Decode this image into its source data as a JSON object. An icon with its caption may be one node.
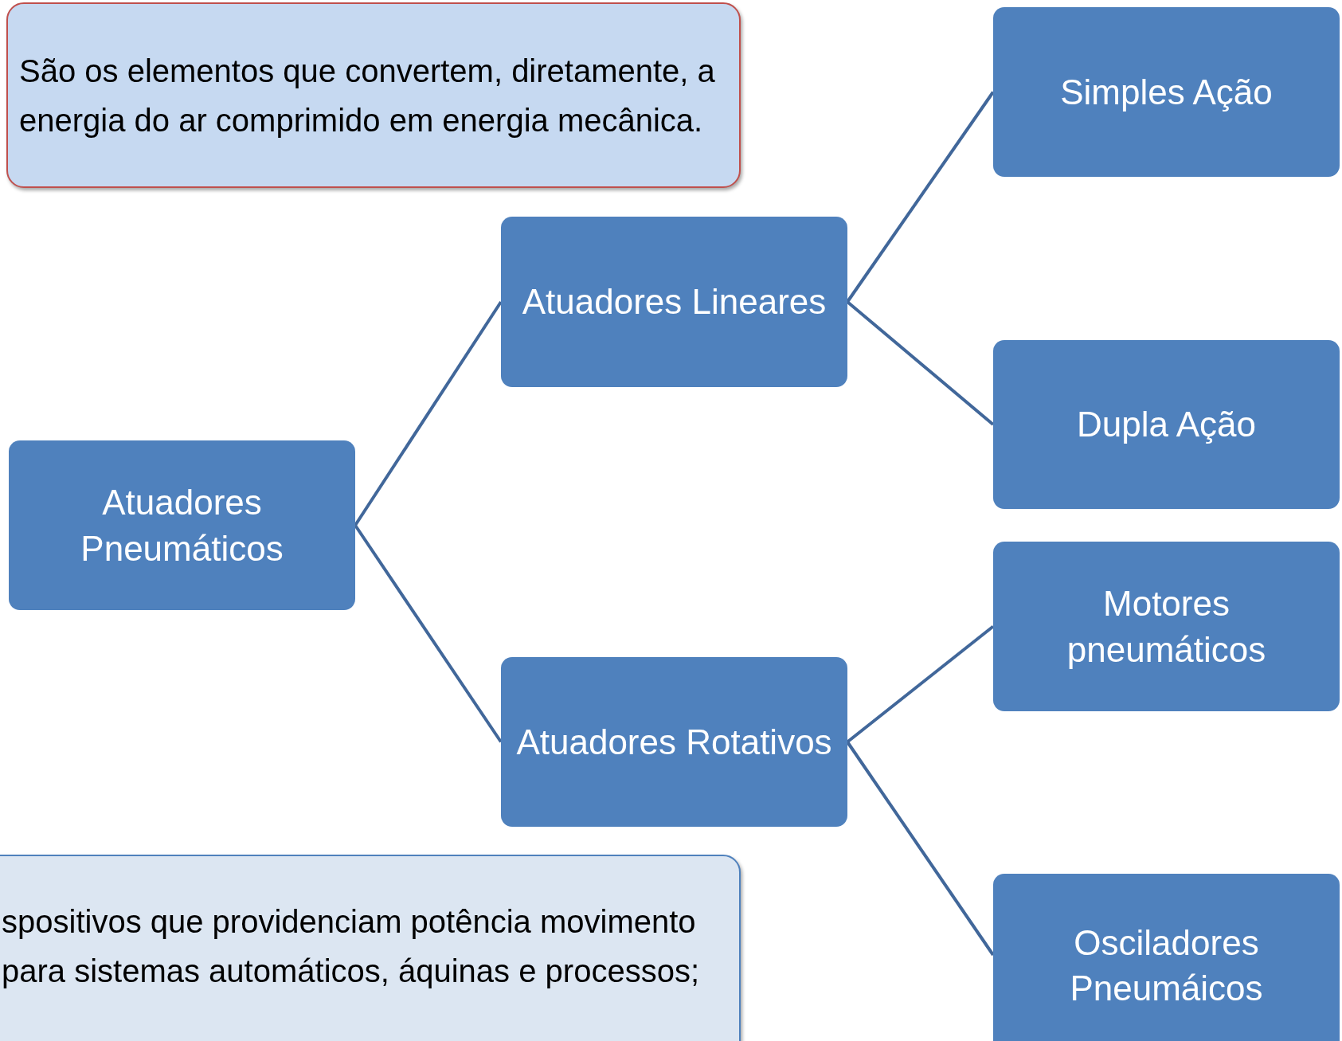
{
  "diagram": {
    "nodes": [
      {
        "text": [
          "São os elementos que convertem, diretamente, a energia do ar comprimido em energia mecânica."
        ]
      },
      {
        "text": [
          "Atuadores Pneumáticos"
        ]
      },
      {
        "text": [
          "Atuadores Lineares"
        ]
      },
      {
        "text": [
          "Atuadores Rotativos"
        ]
      },
      {
        "text": [
          "Simples Ação"
        ]
      },
      {
        "text": [
          "Dupla Ação"
        ]
      },
      {
        "text": [
          "Motores pneumáticos"
        ]
      },
      {
        "text": [
          "Osciladores Pneumáicos"
        ]
      },
      {
        "text": [
          "spositivos que providenciam potência movimento para sistemas automáticos, áquinas e processos;"
        ]
      }
    ],
    "edges": [
      {
        "from": 1,
        "to": 2,
        "arrow": "none"
      },
      {
        "from": 1,
        "to": 3,
        "arrow": "none"
      },
      {
        "from": 2,
        "to": 4,
        "arrow": "none"
      },
      {
        "from": 2,
        "to": 5,
        "arrow": "none"
      },
      {
        "from": 3,
        "to": 6,
        "arrow": "none"
      },
      {
        "from": 3,
        "to": 7,
        "arrow": "none"
      }
    ]
  }
}
